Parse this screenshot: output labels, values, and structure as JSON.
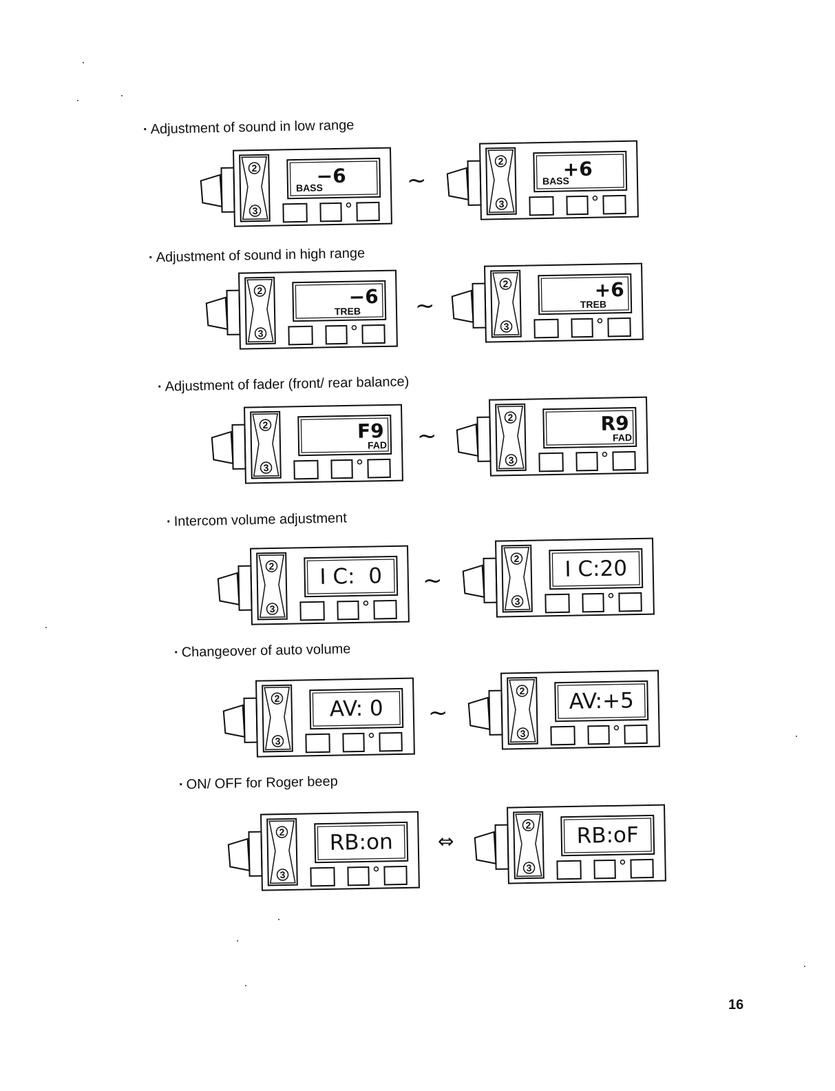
{
  "sections": [
    {
      "title": "Adjustment of sound in low range",
      "separator": "~",
      "left": {
        "value": "−6",
        "label": "BASS",
        "knob_upper": "2",
        "knob_lower": "3"
      },
      "right": {
        "value": "+6",
        "label": "BASS",
        "knob_upper": "2",
        "knob_lower": "3"
      }
    },
    {
      "title": "Adjustment of sound in high range",
      "separator": "~",
      "left": {
        "value": "−6",
        "label": "TREB",
        "knob_upper": "2",
        "knob_lower": "3"
      },
      "right": {
        "value": "+6",
        "label": "TREB",
        "knob_upper": "2",
        "knob_lower": "3"
      }
    },
    {
      "title": "Adjustment of fader (front/ rear balance)",
      "separator": "~",
      "left": {
        "value": "F9",
        "label": "FAD",
        "knob_upper": "2",
        "knob_lower": "3"
      },
      "right": {
        "value": "R9",
        "label": "FAD",
        "knob_upper": "2",
        "knob_lower": "3"
      }
    },
    {
      "title": "Intercom volume adjustment",
      "separator": "~",
      "left": {
        "value": "I C:  0",
        "label": "",
        "knob_upper": "2",
        "knob_lower": "3"
      },
      "right": {
        "value": "I C:20",
        "label": "",
        "knob_upper": "2",
        "knob_lower": "3"
      }
    },
    {
      "title": "Changeover of auto volume",
      "separator": "~",
      "left": {
        "value": "AV: 0",
        "label": "",
        "knob_upper": "2",
        "knob_lower": "3"
      },
      "right": {
        "value": "AV:+5",
        "label": "",
        "knob_upper": "2",
        "knob_lower": "3"
      }
    },
    {
      "title": "ON/ OFF for Roger beep",
      "separator": "⇔",
      "left": {
        "value": "RB:on",
        "label": "",
        "knob_upper": "2",
        "knob_lower": "3"
      },
      "right": {
        "value": "RB:oF",
        "label": "",
        "knob_upper": "2",
        "knob_lower": "3"
      }
    }
  ],
  "page_number": "16"
}
